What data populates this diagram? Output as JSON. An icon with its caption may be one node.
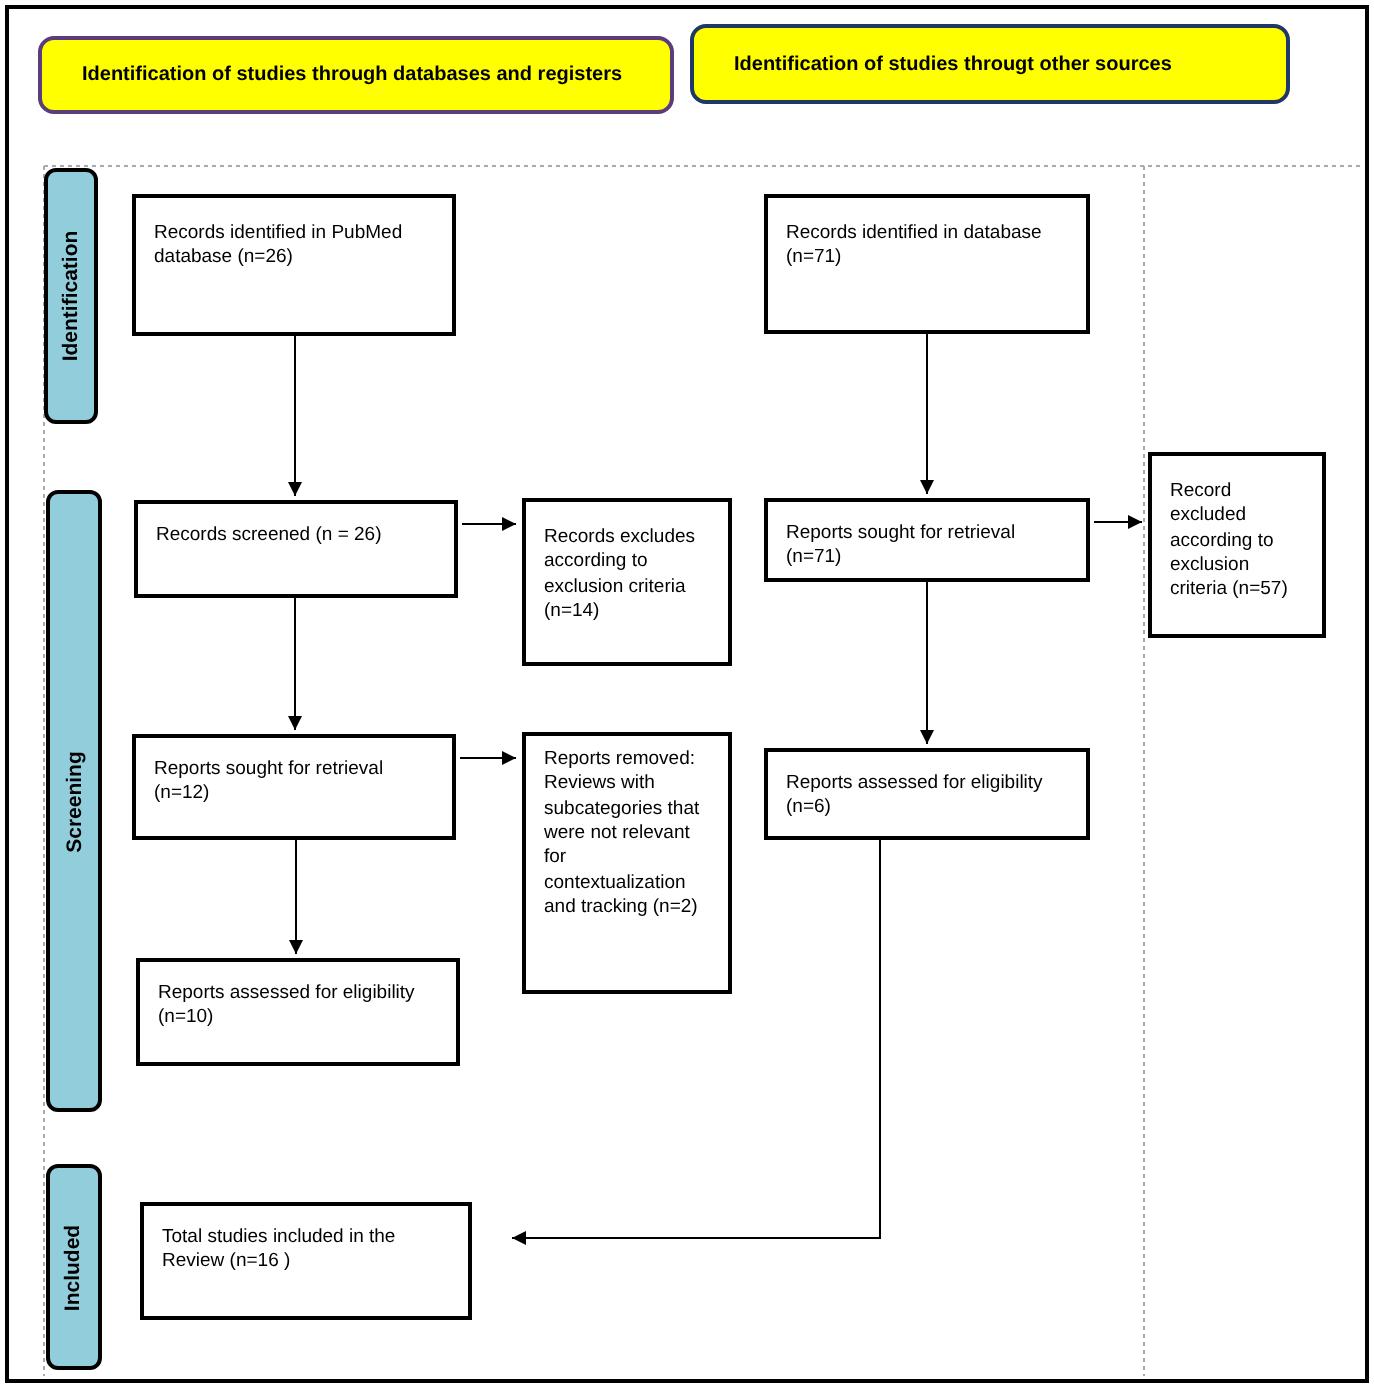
{
  "diagram": {
    "nodes": [
      {
        "text": [
          "Identification of studies through databases and registers"
        ]
      },
      {
        "text": [
          "Identification of studies througt other sources"
        ]
      },
      {
        "text": [
          "Identification"
        ]
      },
      {
        "text": [
          "Screening"
        ]
      },
      {
        "text": [
          "Included"
        ]
      },
      {
        "text": [
          "Records identified in PubMed database (n=26)"
        ]
      },
      {
        "text": [
          "Records identified in database (n=71)"
        ]
      },
      {
        "text": [
          "Records screened (n = 26)"
        ]
      },
      {
        "text": [
          "Records excludes according to exclusion criteria (n=14)"
        ]
      },
      {
        "text": [
          "Reports sought for retrieval (n=71)"
        ]
      },
      {
        "text": [
          "Record excluded according to exclusion criteria (n=57)"
        ]
      },
      {
        "text": [
          "Reports sought for retrieval (n=12)"
        ]
      },
      {
        "text": [
          "Reports removed: Reviews with subcategories that were not relevant for contextualization and tracking (n=2)"
        ]
      },
      {
        "text": [
          "Reports assessed for eligibility (n=6)"
        ]
      },
      {
        "text": [
          "Reports assessed for eligibility (n=10)"
        ]
      },
      {
        "text": [
          "Total studies included in the Review (n=16 )"
        ]
      }
    ],
    "edges": [
      {
        "from": 5,
        "to": 7,
        "arrow": "to"
      },
      {
        "from": 6,
        "to": 9,
        "arrow": "to"
      },
      {
        "from": 7,
        "to": 8,
        "arrow": "to"
      },
      {
        "from": 9,
        "to": 10,
        "arrow": "to"
      },
      {
        "from": 7,
        "to": 11,
        "arrow": "to"
      },
      {
        "from": 9,
        "to": 13,
        "arrow": "to"
      },
      {
        "from": 11,
        "to": 12,
        "arrow": "to"
      },
      {
        "from": 11,
        "to": 14,
        "arrow": "to"
      },
      {
        "from": 13,
        "to": 15,
        "arrow": "to"
      }
    ]
  }
}
